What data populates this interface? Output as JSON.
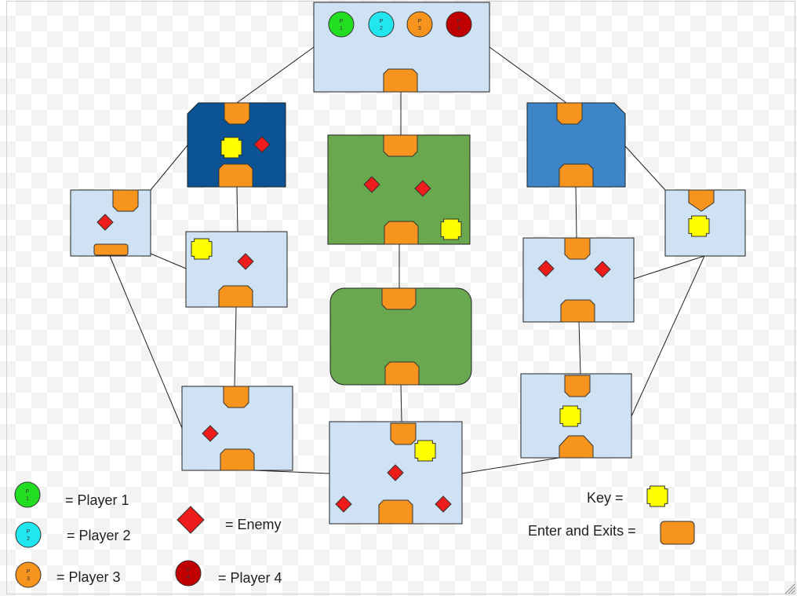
{
  "players": [
    {
      "id": "p1",
      "line1": "P",
      "line2": "1",
      "color": "#22dd22"
    },
    {
      "id": "p2",
      "line1": "P",
      "line2": "2",
      "color": "#22e6ef"
    },
    {
      "id": "p3",
      "line1": "P",
      "line2": "3",
      "color": "#f7941d"
    },
    {
      "id": "p4",
      "line1": "P",
      "line2": "4",
      "color": "#c00000"
    }
  ],
  "legend": {
    "player1": "= Player 1",
    "player2": "= Player 2",
    "player3": "= Player 3",
    "player4": "= Player 4",
    "enemy": "= Enemy",
    "key": "Key =",
    "doors": "Enter and Exits  ="
  },
  "colors": {
    "room_light": "#cfe2f3",
    "room_navy": "#0b5394",
    "room_blue": "#3d85c6",
    "room_green": "#6aa84f",
    "door": "#f7941d",
    "enemy": "#ee1c1c",
    "key": "#ffff00",
    "line": "#222222"
  }
}
